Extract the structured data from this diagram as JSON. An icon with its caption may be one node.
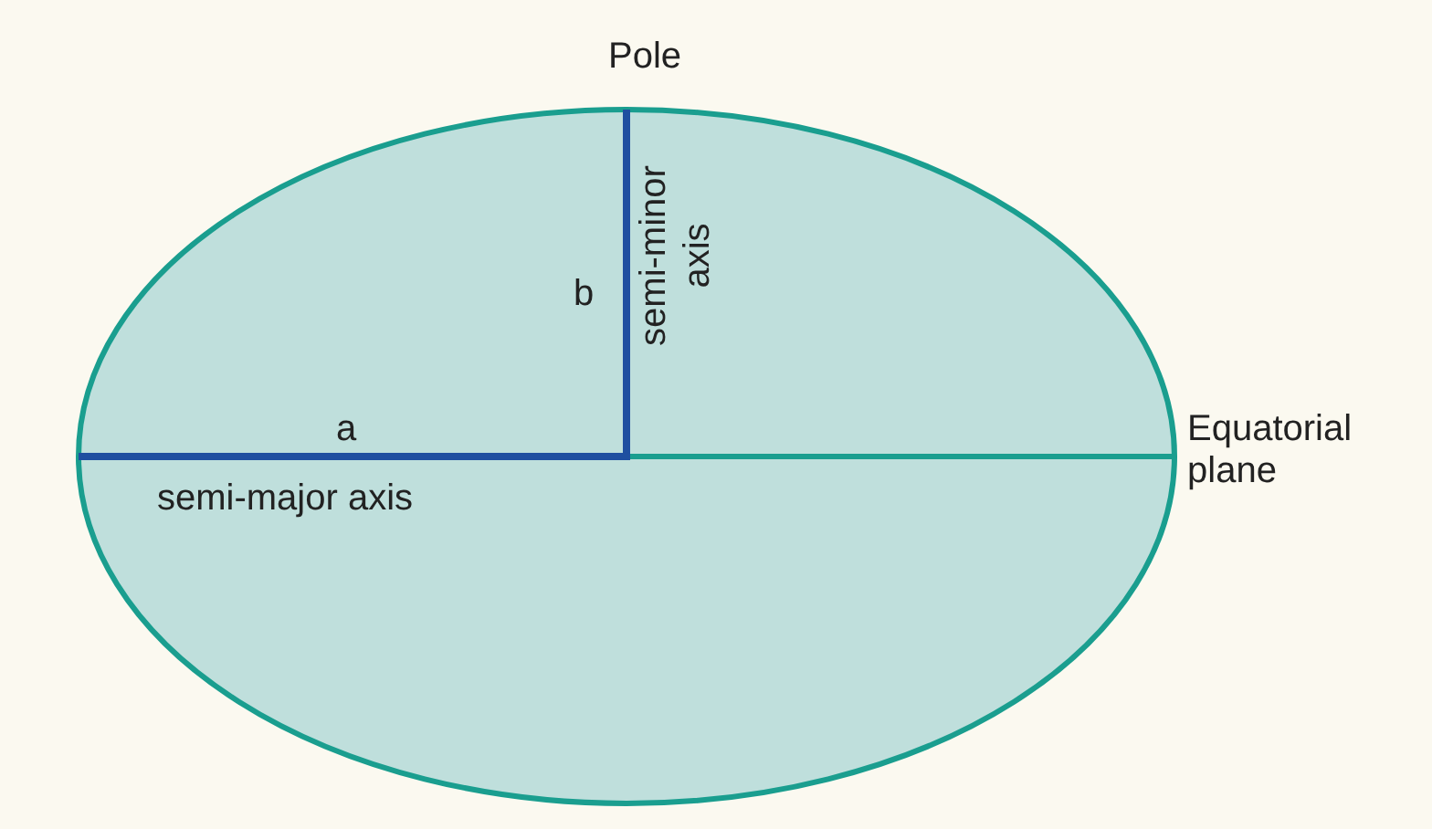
{
  "diagram": {
    "labels": [
      "Pole",
      "b",
      "semi-minor axis",
      "a",
      "semi-major axis",
      "Equatorial plane"
    ]
  }
}
